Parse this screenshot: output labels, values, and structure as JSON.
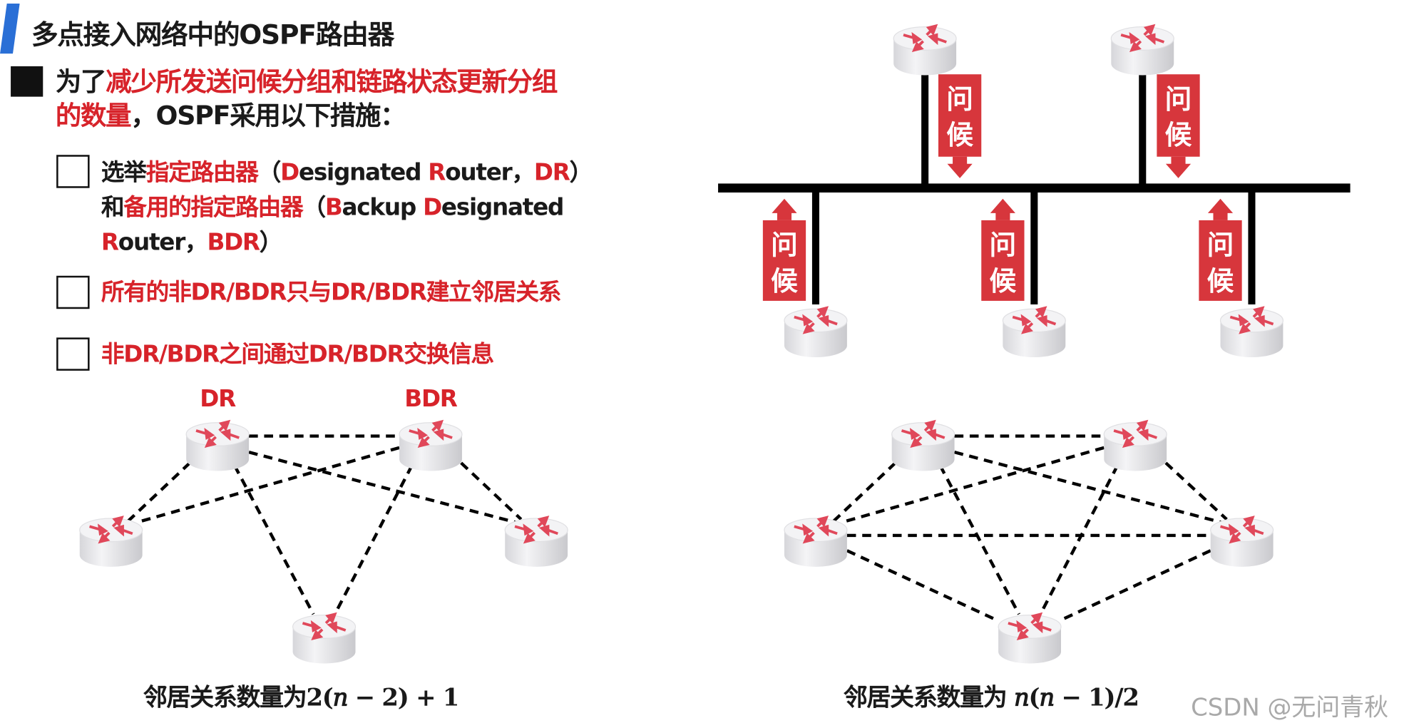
{
  "title": "多点接入网络中的OSPF路由器",
  "intro": {
    "prefix": "为了",
    "highlight_line1": "减少所发送问候分组和链路状态更新分组",
    "highlight_line2": "的数量",
    "suffix": "，OSPF采用以下措施："
  },
  "measures": [
    {
      "parts": [
        {
          "t": "选举",
          "red": false
        },
        {
          "t": "指定路由器",
          "red": true
        },
        {
          "t": "（",
          "red": false
        },
        {
          "t": "D",
          "red": true
        },
        {
          "t": "esignated ",
          "red": false
        },
        {
          "t": "R",
          "red": true
        },
        {
          "t": "outer，",
          "red": false
        },
        {
          "t": "DR",
          "red": true
        },
        {
          "t": "）",
          "red": false
        },
        {
          "br": true
        },
        {
          "t": "和",
          "red": false
        },
        {
          "t": "备用的指定路由器",
          "red": true
        },
        {
          "t": "（",
          "red": false
        },
        {
          "t": "B",
          "red": true
        },
        {
          "t": "ackup ",
          "red": false
        },
        {
          "t": "D",
          "red": true
        },
        {
          "t": "esignated",
          "red": false
        },
        {
          "br": true
        },
        {
          "t": "R",
          "red": true
        },
        {
          "t": "outer，",
          "red": false
        },
        {
          "t": "BDR",
          "red": true
        },
        {
          "t": "）",
          "red": false
        }
      ]
    },
    {
      "parts": [
        {
          "t": "所有的非DR/BDR只与DR/BDR建立邻居关系",
          "red": true
        }
      ]
    },
    {
      "parts": [
        {
          "t": "非DR/BDR之间通过DR/BDR交换信息",
          "red": true
        }
      ]
    }
  ],
  "bus_diagram": {
    "hello_char1": "问",
    "hello_char2": "候",
    "router_count": 5
  },
  "dr_graph": {
    "dr_label": "DR",
    "bdr_label": "BDR",
    "caption_text": "邻居关系数量为",
    "caption_formula": "2(𝑛 − 2) + 1"
  },
  "mesh_graph": {
    "caption_text": "邻居关系数量为 ",
    "caption_formula": "𝑛(𝑛 − 1)/2"
  },
  "watermark": "CSDN @无问青秋",
  "colors": {
    "accent_red": "#d7232a",
    "title_bar_blue": "#2a6fd6"
  }
}
